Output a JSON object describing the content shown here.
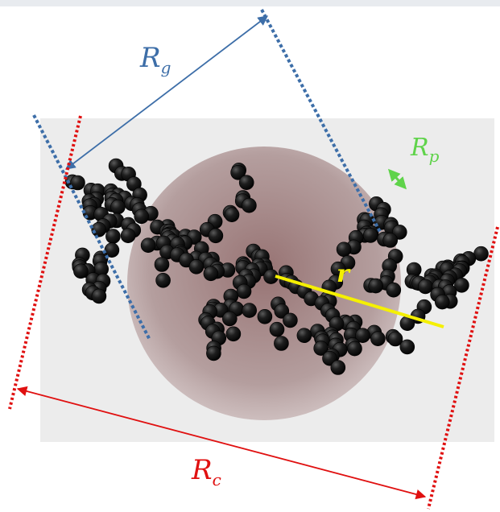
{
  "labels": {
    "rg": {
      "main": "R",
      "sub": "g"
    },
    "rp": {
      "main": "R",
      "sub": "p"
    },
    "rc": {
      "main": "R",
      "sub": "c"
    },
    "r": "r"
  },
  "colors": {
    "background_panel": "#ececec",
    "rg_blue": "#3d6ea8",
    "rc_red": "#e01010",
    "rp_green": "#5fd34a",
    "r_yellow": "#f5f000",
    "sphere": "#8a5c5c",
    "particle": "#1c1c1c"
  },
  "icons": {
    "rg_arrow": "double-headed-arrow",
    "rc_arrow": "double-headed-arrow",
    "rp_arrow": "double-headed-arrow"
  }
}
